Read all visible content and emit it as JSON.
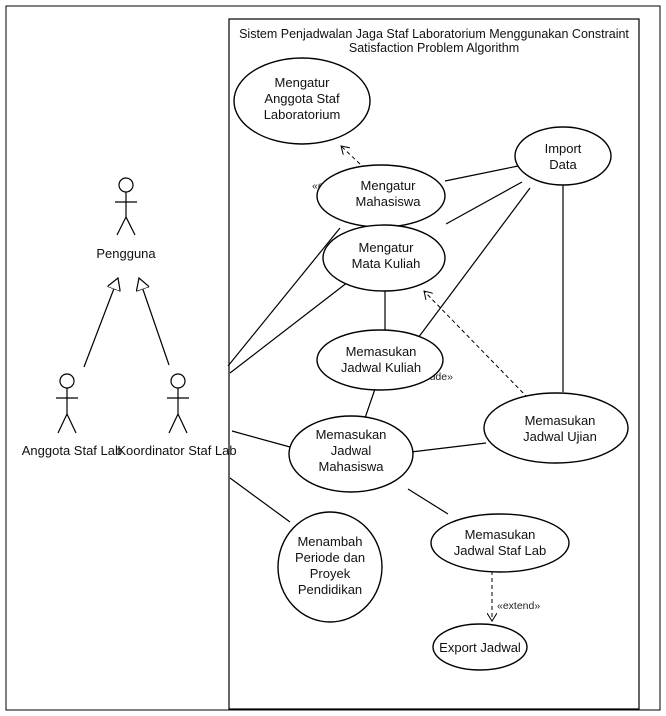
{
  "system": {
    "title_line1": "Sistem Penjadwalan Jaga Staf Laboratorium Menggunakan Constraint",
    "title_line2": "Satisfaction Problem Algorithm"
  },
  "actors": {
    "pengguna": "Pengguna",
    "anggota": "Anggota Staf Lab",
    "koordinator": "Koordinator Staf Lab"
  },
  "use_cases": {
    "mengatur_anggota": [
      "Mengatur",
      "Anggota Staf",
      "Laboratorium"
    ],
    "import_data": [
      "Import",
      "Data"
    ],
    "mengatur_mahasiswa": [
      "Mengatur",
      "Mahasiswa"
    ],
    "mengatur_matkul": [
      "Mengatur",
      "Mata Kuliah"
    ],
    "memasukan_jadwal_kuliah": [
      "Memasukan",
      "Jadwal Kuliah"
    ],
    "memasukan_jadwal_ujian": [
      "Memasukan",
      "Jadwal Ujian"
    ],
    "memasukan_jadwal_mahasiswa": [
      "Memasukan",
      "Jadwal",
      "Mahasiswa"
    ],
    "memasukan_jadwal_staf": [
      "Memasukan",
      "Jadwal Staf Lab"
    ],
    "menambah_periode": [
      "Menambah",
      "Periode dan",
      "Proyek",
      "Pendidikan"
    ],
    "export_jadwal": [
      "Export Jadwal"
    ]
  },
  "stereotypes": {
    "extend_top": "«extend»",
    "include": "«include»",
    "extend_bottom": "«extend»"
  }
}
